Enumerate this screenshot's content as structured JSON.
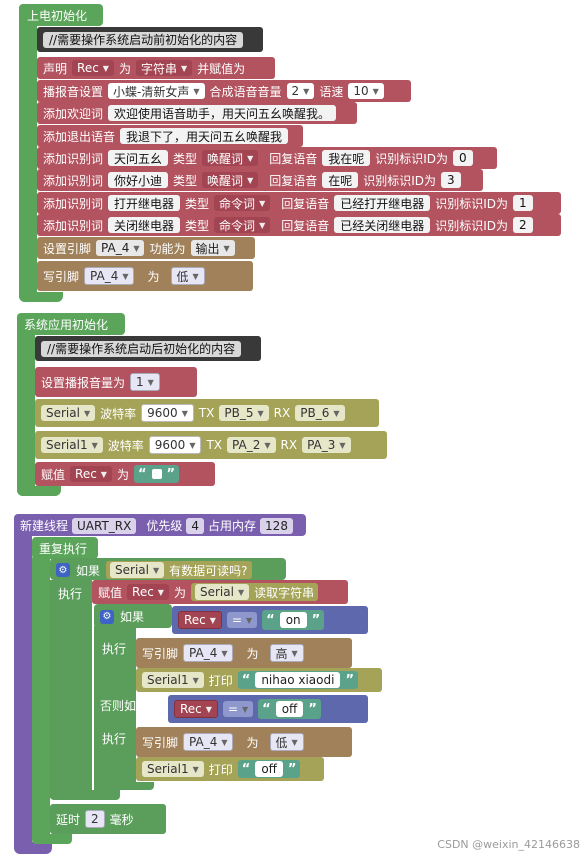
{
  "colors": {
    "event_green": "#5ba55b",
    "thread_purple": "#7a5fae",
    "text_red": "#b2535f",
    "pin_brown": "#a0815a",
    "serial_olive": "#a4a357",
    "string_teal": "#5ba28b",
    "logic_blue": "#5d68ad",
    "comment_dark": "#393939"
  },
  "init": {
    "title": "上电初始化",
    "comment": "//需要操作系统启动前初始化的内容",
    "declare": {
      "label": "声明",
      "var": "Rec",
      "as": "为",
      "type": "字符串",
      "assign": "并赋值为"
    },
    "voice": {
      "label": "播报音设置",
      "voice": "小蝶-清新女声",
      "vol_label": "合成语音音量",
      "vol": "2",
      "speed_label": "语速",
      "speed": "10"
    },
    "welcome": {
      "label": "添加欢迎词",
      "text": "欢迎使用语音助手，用天问五幺唤醒我。"
    },
    "exit": {
      "label": "添加退出语音",
      "text": "我退下了，用天问五幺唤醒我"
    },
    "words": [
      {
        "label": "添加识别词",
        "word": "天问五幺",
        "type_label": "类型",
        "type": "唤醒词",
        "reply_label": "回复语音",
        "reply": "我在呢",
        "id_label": "识别标识ID为",
        "id": "0"
      },
      {
        "label": "添加识别词",
        "word": "你好小迪",
        "type_label": "类型",
        "type": "唤醒词",
        "reply_label": "回复语音",
        "reply": "在呢",
        "id_label": "识别标识ID为",
        "id": "3"
      },
      {
        "label": "添加识别词",
        "word": "打开继电器",
        "type_label": "类型",
        "type": "命令词",
        "reply_label": "回复语音",
        "reply": "已经打开继电器",
        "id_label": "识别标识ID为",
        "id": "1"
      },
      {
        "label": "添加识别词",
        "word": "关闭继电器",
        "type_label": "类型",
        "type": "命令词",
        "reply_label": "回复语音",
        "reply": "已经关闭继电器",
        "id_label": "识别标识ID为",
        "id": "2"
      }
    ],
    "setpin": {
      "label": "设置引脚",
      "pin": "PA_4",
      "func_label": "功能为",
      "func": "输出"
    },
    "writepin": {
      "label": "写引脚",
      "pin": "PA_4",
      "as": "为",
      "val": "低"
    }
  },
  "sysinit": {
    "title": "系统应用初始化",
    "comment": "//需要操作系统启动后初始化的内容",
    "vol": {
      "label": "设置播报音量为",
      "val": "1"
    },
    "serial": {
      "name": "Serial",
      "baud_label": "波特率",
      "baud": "9600",
      "tx": "TX",
      "tx_pin": "PB_5",
      "rx": "RX",
      "rx_pin": "PB_6"
    },
    "serial1": {
      "name": "Serial1",
      "baud_label": "波特率",
      "baud": "9600",
      "tx": "TX",
      "tx_pin": "PA_2",
      "rx": "RX",
      "rx_pin": "PA_3"
    },
    "assign": {
      "label": "赋值",
      "var": "Rec",
      "as": "为"
    }
  },
  "thread": {
    "title": "新建线程",
    "name": "UART_RX",
    "prio_label": "优先级",
    "prio": "4",
    "mem_label": "占用内存",
    "mem": "128",
    "repeat": "重复执行",
    "if_label": "如果",
    "serial": "Serial",
    "readable": "有数据可读吗?",
    "do_label": "执行",
    "assign": {
      "label": "赋值",
      "var": "Rec",
      "as": "为",
      "serial": "Serial",
      "read": "读取字符串"
    },
    "inner_if": "如果",
    "cmp_var": "Rec",
    "op": "=",
    "on": "on",
    "inner_do": "执行",
    "write1": {
      "label": "写引脚",
      "pin": "PA_4",
      "as": "为",
      "val": "高"
    },
    "print1": {
      "serial": "Serial1",
      "label": "打印",
      "text": "nihao xiaodi"
    },
    "elif": "否则如果",
    "cmp_var2": "Rec",
    "op2": "=",
    "off": "off",
    "inner_do2": "执行",
    "write2": {
      "label": "写引脚",
      "pin": "PA_4",
      "as": "为",
      "val": "低"
    },
    "print2": {
      "serial": "Serial1",
      "label": "打印",
      "text": "off"
    },
    "delay": {
      "label": "延时",
      "val": "2",
      "unit": "毫秒"
    }
  },
  "watermark": "CSDN @weixin_42146638"
}
